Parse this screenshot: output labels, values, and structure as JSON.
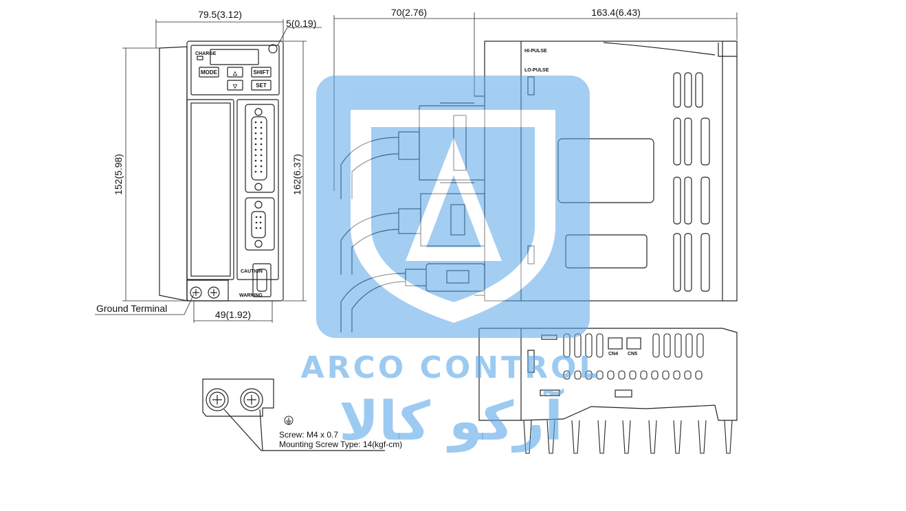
{
  "dimensions": {
    "width_top": "79.5(3.12)",
    "hole": "5(0.19)",
    "height_left": "152(5.98)",
    "height_right": "162(6.37)",
    "bottom_width": "49(1.92)",
    "side_depth": "70(2.76)",
    "side_length": "163.4(6.43)"
  },
  "front_panel": {
    "charge_label": "CHARGE",
    "keys": [
      "MODE",
      "SHIFT",
      "SET"
    ],
    "arrow_up": "△",
    "arrow_down": "▽",
    "caution": "CAUTION",
    "warning": "WARNING"
  },
  "side_labels": {
    "hi_pulse": "HI-PULSE",
    "lo_pulse": "LO-PULSE"
  },
  "bottom_view": {
    "cn4": "CN4",
    "cn5": "CN5"
  },
  "labels": {
    "ground_terminal": "Ground Terminal",
    "screw": "Screw: M4 x 0.7",
    "mounting_torque": "Mounting Screw Type: 14(kgf-cm)"
  },
  "watermark": {
    "latin": "ARCO CONTROL",
    "persian": "آرکو کالا",
    "color": "#5aa6e8"
  }
}
